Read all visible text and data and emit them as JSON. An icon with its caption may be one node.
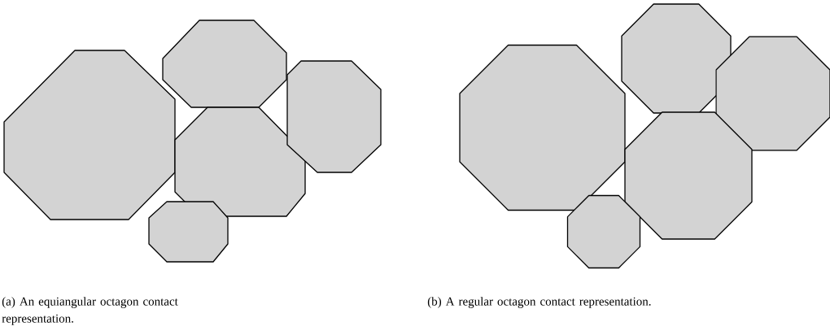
{
  "diagram": {
    "nodes": [
      {
        "text": [],
        "shape": "octagon"
      },
      {
        "text": [],
        "shape": "octagon"
      },
      {
        "text": [],
        "shape": "octagon"
      },
      {
        "text": [],
        "shape": "octagon"
      },
      {
        "text": [],
        "shape": "octagon"
      },
      {
        "text": [],
        "shape": "octagon"
      },
      {
        "text": [],
        "shape": "octagon"
      },
      {
        "text": [],
        "shape": "octagon"
      },
      {
        "text": [],
        "shape": "octagon"
      },
      {
        "text": [],
        "shape": "octagon"
      }
    ],
    "labels": [
      "(a) An equiangular octagon contact representation.",
      "(b) A regular octagon contact representation."
    ]
  }
}
